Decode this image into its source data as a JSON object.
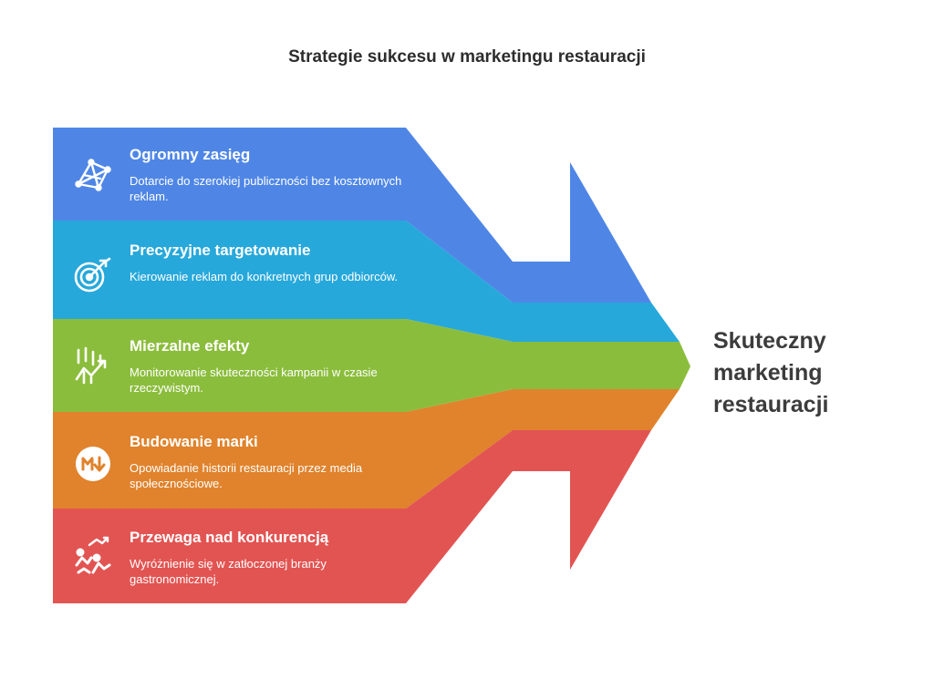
{
  "title": "Strategie sukcesu w marketingu restauracji",
  "result": [
    "Skuteczny",
    "marketing",
    "restauracji"
  ],
  "items": [
    {
      "heading": "Ogromny zasięg",
      "description": "Dotarcie do szerokiej publiczności bez kosztownych reklam.",
      "color": "#4f86e6",
      "icon": "network-icon"
    },
    {
      "heading": "Precyzyjne targetowanie",
      "description": "Kierowanie reklam do konkretnych grup odbiorców.",
      "color": "#27a8db",
      "icon": "target-icon"
    },
    {
      "heading": "Mierzalne efekty",
      "description": "Monitorowanie skuteczności kampanii w czasie rzeczywistym.",
      "color": "#8bbd3c",
      "icon": "chart-growth-icon"
    },
    {
      "heading": "Budowanie marki",
      "description": "Opowiadanie historii restauracji przez media społecznościowe.",
      "color": "#e0832c",
      "icon": "markdown-icon"
    },
    {
      "heading": "Przewaga nad konkurencją",
      "description": "Wyróżnienie się w zatłoczonej branży gastronomicznej.",
      "color": "#e25452",
      "icon": "race-icon"
    }
  ]
}
